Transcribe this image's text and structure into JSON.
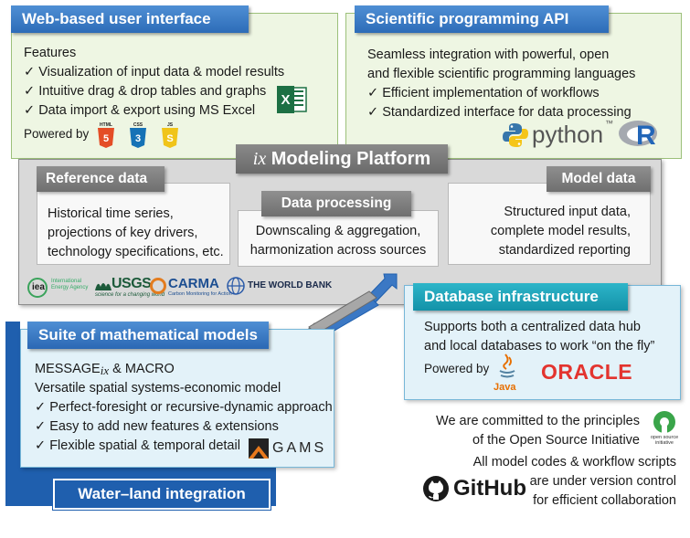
{
  "web_ui": {
    "title": "Web-based user interface",
    "features_label": "Features",
    "items": [
      "Visualization of input data & model results",
      "Intuitive drag & drop tables and graphs",
      "Data import & export using MS Excel"
    ],
    "powered_by": "Powered by",
    "html5": "HTML",
    "css3": "CSS",
    "js": "JS"
  },
  "api": {
    "title": "Scientific programming API",
    "line1": "Seamless integration with powerful, open",
    "line2": "and flexible scientific programming languages",
    "items": [
      "Efficient implementation of workflows",
      "Standardized interface for data processing"
    ],
    "python": "python",
    "tm": "™",
    "r": "R"
  },
  "platform": {
    "title_prefix": "ix",
    "title": "Modeling Platform",
    "reference": {
      "title": "Reference data",
      "lines": [
        "Historical time series,",
        "projections of key drivers,",
        "technology specifications, etc."
      ]
    },
    "processing": {
      "title": "Data processing",
      "lines": [
        "Downscaling & aggregation,",
        "harmonization across sources"
      ]
    },
    "model": {
      "title": "Model data",
      "lines": [
        "Structured input data,",
        "complete model results,",
        "standardized reporting"
      ]
    },
    "logos": {
      "iea": "iea",
      "iea_sub": "International Energy Agency",
      "usgs": "USGS",
      "usgs_sub": "science for a changing world",
      "carma": "CARMA",
      "carma_sub": "Carbon Monitoring for Action",
      "worldbank": "THE WORLD BANK"
    }
  },
  "database": {
    "title": "Database infrastructure",
    "line1": "Supports both a centralized data hub",
    "line2": "and local databases to work “on the fly”",
    "powered_by": "Powered by",
    "java": "Java",
    "oracle": "ORACLE"
  },
  "models": {
    "title": "Suite of mathematical models",
    "message_prefix": "MESSAGE",
    "message_ix": "ix",
    "message_suffix": " & MACRO",
    "line2": "Versatile spatial systems-economic model",
    "items": [
      "Perfect-foresight or recursive-dynamic approach",
      "Easy to add new features & extensions",
      "Flexible spatial & temporal detail"
    ],
    "gams": "GAMS"
  },
  "water_land": "Water–land integration",
  "open_source": {
    "line1": "We are committed to the principles",
    "line2": "of the Open Source Initiative",
    "badge": "open source initiative"
  },
  "github": {
    "line1": "All model codes & workflow scripts",
    "line2": "are under version control",
    "line3": "for efficient collaboration",
    "logo": "GitHub"
  },
  "colors": {
    "blue_header": "#2d6cb8",
    "green_panel": "#eef6e3",
    "blue_panel": "#e3f2f9",
    "gray_panel": "#d9d9d9",
    "dark_blue": "#1f5fae"
  }
}
